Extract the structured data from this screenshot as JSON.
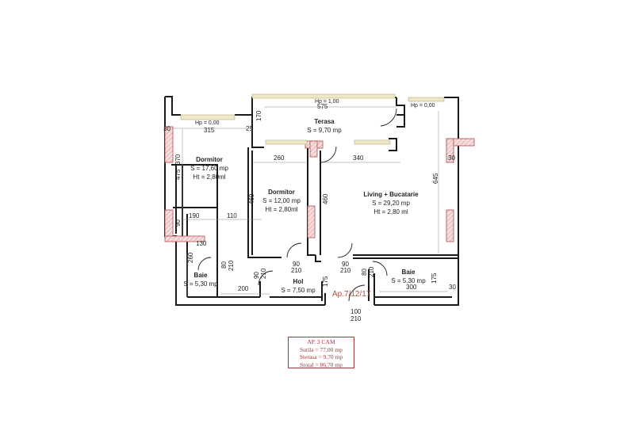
{
  "plan": {
    "rooms": [
      {
        "id": "dormitor1",
        "name": "Dormitor",
        "area": "S = 17,60 mp",
        "height": "Ht = 2,80ml"
      },
      {
        "id": "dormitor2",
        "name": "Dormitor",
        "area": "S = 12,00 mp",
        "height": "Ht = 2,80ml"
      },
      {
        "id": "terasa",
        "name": "Terasa",
        "area": "S = 9,70 mp"
      },
      {
        "id": "living",
        "name": "Living + Bucatarie",
        "area": "S = 29,20 mp",
        "height": "Ht = 2,80 ml"
      },
      {
        "id": "baie1",
        "name": "Baie",
        "area": "S = 5,30 mp"
      },
      {
        "id": "hol",
        "name": "Hol",
        "area": "S = 7,50 mp"
      },
      {
        "id": "baie2",
        "name": "Baie",
        "area": "S = 5,30 mp"
      }
    ],
    "window_labels": {
      "dorm_window": "Hp = 0,00",
      "terrace_window": "Hp = 1,00",
      "living_window": "Hp = 0,00"
    },
    "dimensions": {
      "d30_left": "30",
      "d315": "315",
      "d25": "25",
      "d170": "170",
      "d575": "575",
      "d260_top": "260",
      "d340": "340",
      "d30_right_top": "30",
      "d645": "645",
      "d475": "475",
      "d370": "370",
      "d460_a": "460",
      "d460_b": "460",
      "d190": "190",
      "d110": "110",
      "d90_left": "90",
      "d130": "130",
      "d260_bath": "260",
      "d80_a": "80",
      "d210_a": "210",
      "d90_b": "90",
      "d210_b": "210",
      "d90_c": "90",
      "d210_c": "210",
      "d90_d": "90",
      "d210_d": "210",
      "d80_b": "80",
      "d210_e": "210",
      "d200": "200",
      "d175_a": "175",
      "d175_b": "175",
      "d300": "300",
      "d30_right_bottom": "30",
      "d100": "100",
      "d210_entry": "210"
    },
    "apartment_code": "Ap.7/12/17",
    "summary": {
      "title": "AP. 3 CAM",
      "useful": "Sutila = 77,00 mp",
      "terrace": "Sterasa = 9,70 mp",
      "total": "Stotal = 86,70 mp"
    },
    "colors": {
      "wall": "#1a1a1a",
      "hatch": "#c0392b",
      "window": "#e8dfb8",
      "summary": "#9b3a3a"
    }
  }
}
